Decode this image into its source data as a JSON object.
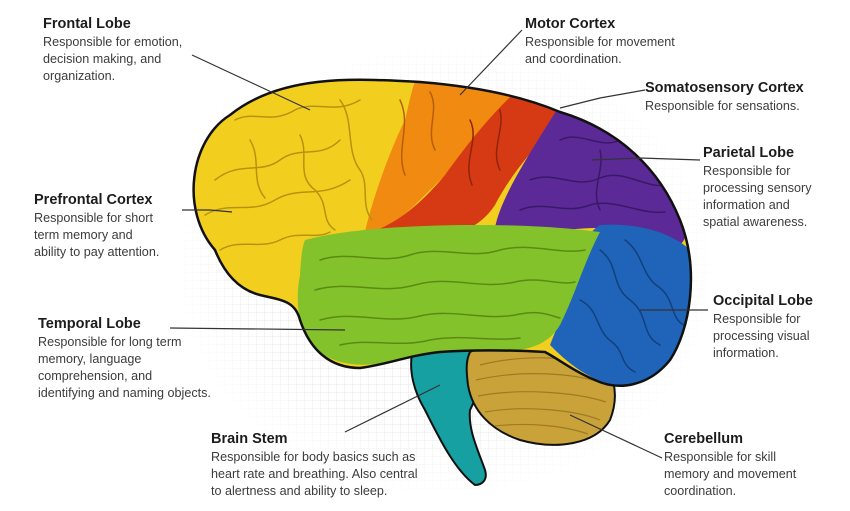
{
  "labels": {
    "frontal": {
      "title": "Frontal Lobe",
      "desc": "Responsible for emotion,\ndecision making, and\norganization."
    },
    "motor": {
      "title": "Motor Cortex",
      "desc": "Responsible for movement\nand coordination."
    },
    "somatosensory": {
      "title": "Somatosensory Cortex",
      "desc": "Responsible for sensations."
    },
    "parietal": {
      "title": "Parietal Lobe",
      "desc": "Responsible for\nprocessing sensory\ninformation and\nspatial awareness."
    },
    "prefrontal": {
      "title": "Prefrontal Cortex",
      "desc": "Responsible for short\nterm memory and\nability to pay attention."
    },
    "occipital": {
      "title": "Occipital Lobe",
      "desc": "Responsible for\nprocessing visual\ninformation."
    },
    "temporal": {
      "title": "Temporal Lobe",
      "desc": "Responsible for long term\nmemory, language\ncomprehension, and\nidentifying and naming objects."
    },
    "brainstem": {
      "title": "Brain Stem",
      "desc": "Responsible for body basics such as\nheart rate and breathing. Also central\nto alertness and ability to sleep."
    },
    "cerebellum": {
      "title": "Cerebellum",
      "desc": "Responsible for skill\nmemory and movement\ncoordination."
    }
  },
  "colors": {
    "frontal": "#f2cf1f",
    "motor": "#f08a10",
    "somatosensory": "#d63a14",
    "parietal": "#5b2a96",
    "temporal": "#84c22b",
    "occipital": "#1f64b8",
    "cerebellum": "#c9a23a",
    "brainstem": "#17a0a2",
    "outline": "#111111",
    "leader": "#333333"
  }
}
